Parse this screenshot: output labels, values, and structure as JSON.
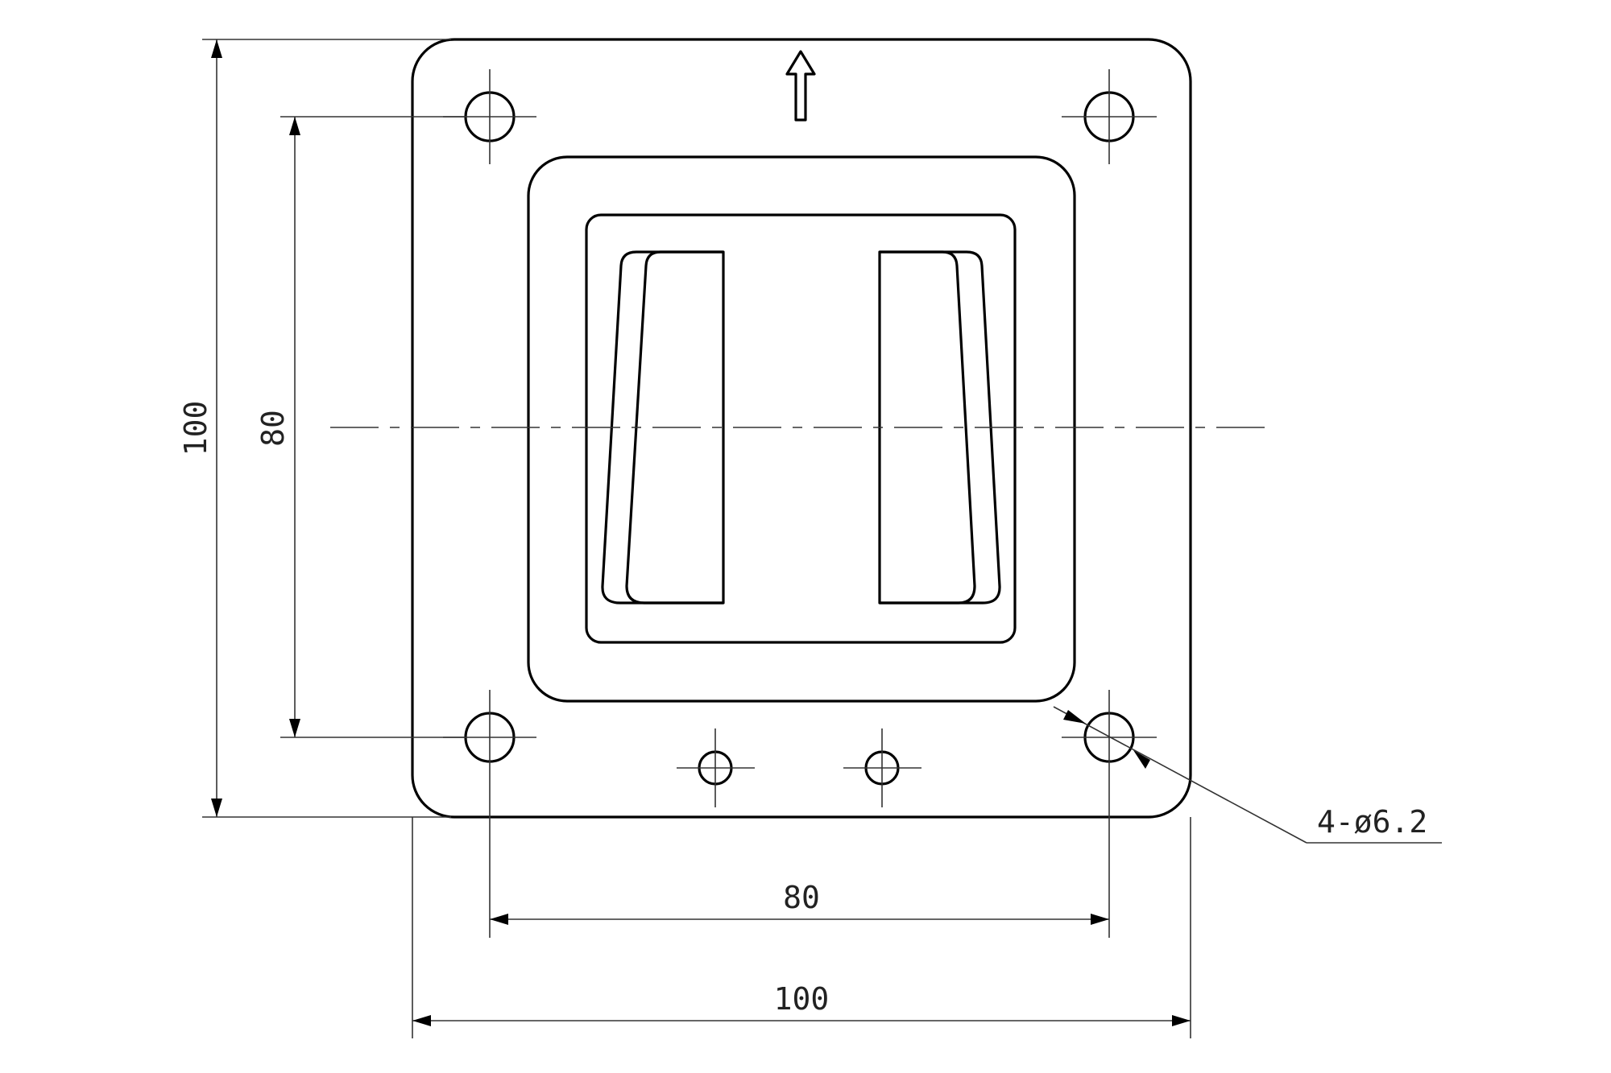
{
  "drawing": {
    "type": "technical-drawing",
    "subject": "VESA wall mount plate",
    "dimensions": {
      "overall_width": "100",
      "overall_height": "100",
      "hole_spacing_horizontal": "80",
      "hole_spacing_vertical": "80",
      "hole_callout": "4-ø6.2"
    },
    "features": {
      "mounting_holes": 4,
      "small_holes": 2,
      "slots": 2,
      "orientation_arrow": "up-arrow"
    },
    "colors": {
      "line": "#000000",
      "background": "#ffffff"
    }
  }
}
